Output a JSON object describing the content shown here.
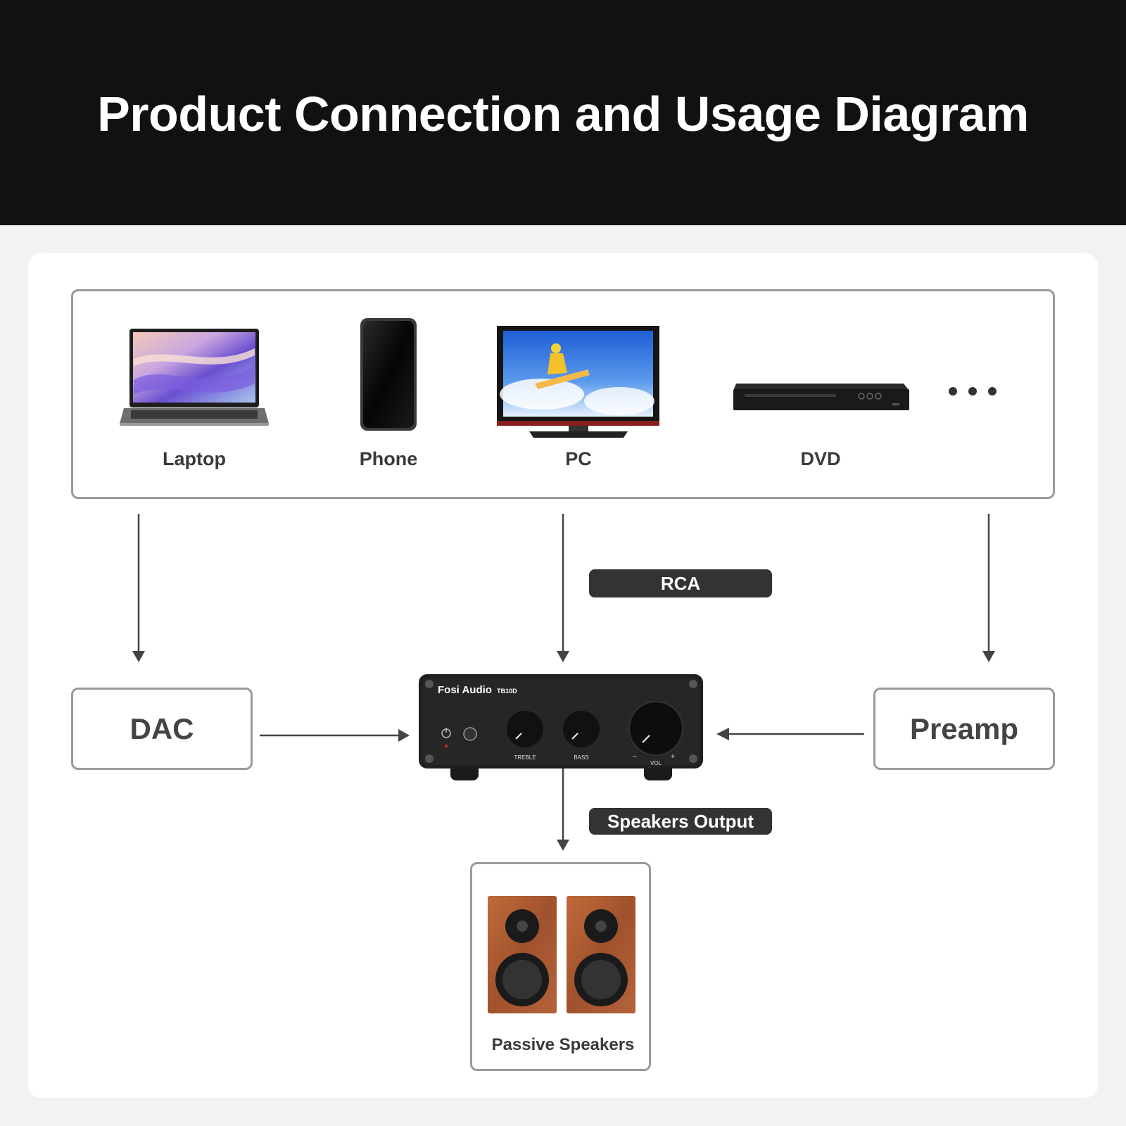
{
  "header": {
    "title": "Product Connection and Usage Diagram"
  },
  "sources": {
    "devices": [
      {
        "label": "Laptop",
        "icon": "laptop-icon"
      },
      {
        "label": "Phone",
        "icon": "phone-icon"
      },
      {
        "label": "PC",
        "icon": "monitor-icon"
      },
      {
        "label": "DVD",
        "icon": "dvd-player-icon"
      }
    ],
    "more_icon": "ellipsis-icon"
  },
  "tags": {
    "rca": "RCA",
    "speakers_output": "Speakers Output"
  },
  "boxes": {
    "dac": "DAC",
    "preamp": "Preamp"
  },
  "amplifier": {
    "brand": "Fosi Audio",
    "model": "TB10D",
    "knobs": {
      "treble": "TREBLE",
      "bass": "BASS",
      "vol": "VOL"
    },
    "minus": "−",
    "plus": "+"
  },
  "speakers": {
    "label": "Passive Speakers"
  },
  "colors": {
    "header_bg": "#111111",
    "border": "#9a9a9a",
    "arrow": "#444444",
    "tag_bg": "#333333",
    "wood": "#a0522d"
  }
}
